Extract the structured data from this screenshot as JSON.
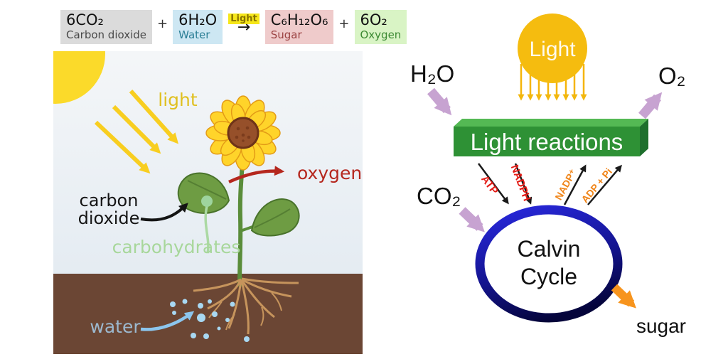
{
  "equation": {
    "plus": "+",
    "arrow": "→",
    "light": "Light",
    "terms": [
      {
        "formula": "6CO₂",
        "name": "Carbon dioxide"
      },
      {
        "formula": "6H₂O",
        "name": "Water"
      },
      {
        "formula": "C₆H₁₂O₆",
        "name": "Sugar"
      },
      {
        "formula": "6O₂",
        "name": "Oxygen"
      }
    ]
  },
  "plant": {
    "light": "light",
    "oxygen": "oxygen",
    "carbon_line1": "carbon",
    "carbon_line2": "dioxide",
    "carbohydrates": "carbohydrates",
    "water": "water"
  },
  "cycle": {
    "light": "Light",
    "h2o": "H₂O",
    "o2": "O₂",
    "co2": "CO₂",
    "light_reactions": "Light reactions",
    "atp": "ATP",
    "nadph": "NADPH",
    "nadp": "NADP⁺",
    "adp_pi": "ADP + Pi",
    "calvin_line1": "Calvin",
    "calvin_line2": "Cycle",
    "sugar": "sugar"
  },
  "colors": {
    "sun_yellow": "#fbda2a",
    "ray_yellow": "#f8ce20",
    "light_text": "#e0c020",
    "oxygen_red": "#b5271e",
    "carb_green": "#a8d79b",
    "water_blue": "#8cc6ee",
    "water_text": "#9cb8ce",
    "soil_brown": "#6b4634",
    "root_tan": "#c6945c",
    "leaf_green": "#6e9c43",
    "box_green_front": "#2e9135",
    "box_green_top": "#54b954",
    "box_green_side": "#1e6f2d",
    "light_circle": "#f5bc0f",
    "purple_arrow": "#c7a3d1",
    "orange_arrow": "#f7941d",
    "atp_red": "#e31b15",
    "nadp_orange": "#f08519",
    "calvin_blue_dark": "#04043a",
    "calvin_blue_bright": "#2727d8"
  }
}
